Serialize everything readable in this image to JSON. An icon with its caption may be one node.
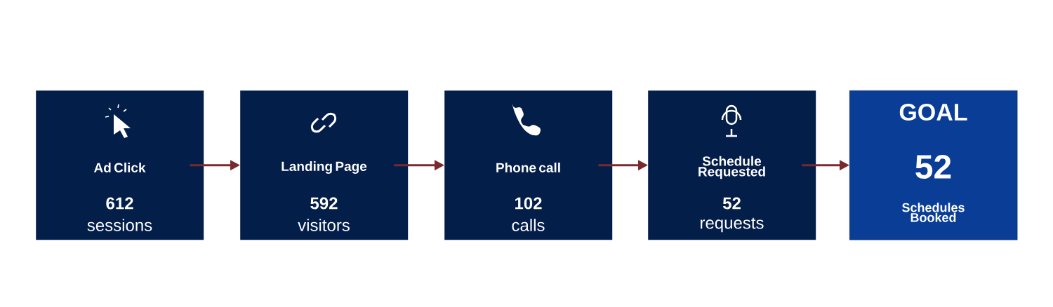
{
  "diagram": {
    "nodes": [
      {
        "text": [
          "Ad Click",
          "612",
          "sessions"
        ]
      },
      {
        "text": [
          "Landing Page",
          "592",
          "visitors"
        ]
      },
      {
        "text": [
          "Phone call",
          "102",
          "calls"
        ]
      },
      {
        "text": [
          "Schedule Requested",
          "52",
          "requests"
        ]
      },
      {
        "text": [
          "GOAL",
          "52",
          "Schedules Booked"
        ]
      }
    ],
    "edges": [
      {
        "from": 0,
        "to": 1,
        "arrow": "to"
      },
      {
        "from": 1,
        "to": 2,
        "arrow": "to"
      },
      {
        "from": 2,
        "to": 3,
        "arrow": "to"
      },
      {
        "from": 3,
        "to": 4,
        "arrow": "to"
      }
    ]
  }
}
